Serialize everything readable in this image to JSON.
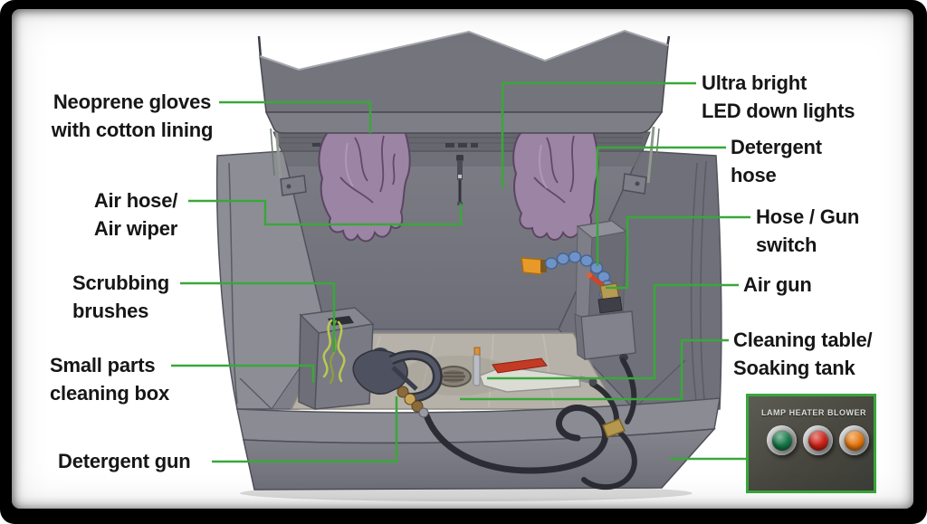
{
  "callouts": {
    "left": [
      {
        "line1": "Neoprene gloves",
        "line2": "with cotton lining"
      },
      {
        "line1": "Air hose/",
        "line2": "Air wiper"
      },
      {
        "line1": "Scrubbing",
        "line2": "brushes"
      },
      {
        "line1": "Small parts",
        "line2": "cleaning box"
      },
      {
        "line1": "Detergent gun"
      }
    ],
    "right": [
      {
        "line1": "Ultra bright",
        "line2": "LED down lights"
      },
      {
        "line1": "Detergent",
        "line2": "hose"
      },
      {
        "line1": "Hose / Gun",
        "line2": "switch"
      },
      {
        "line1": "Air gun"
      },
      {
        "line1": "Cleaning table/",
        "line2": "Soaking tank"
      }
    ]
  },
  "control_panel": {
    "buttons": [
      {
        "label": "LAMP",
        "color": "#177a4a"
      },
      {
        "label": "HEATER",
        "color": "#cf2318"
      },
      {
        "label": "BLOWER",
        "color": "#e87a10"
      }
    ]
  },
  "colors": {
    "callout_line": "#3aa73a",
    "label_text": "#161616",
    "panel_border": "#3aa73a",
    "frame": "#000000",
    "glove": "#9c84a4",
    "flex_hose": "#6f93c9",
    "nozzle": "#e89a28"
  }
}
